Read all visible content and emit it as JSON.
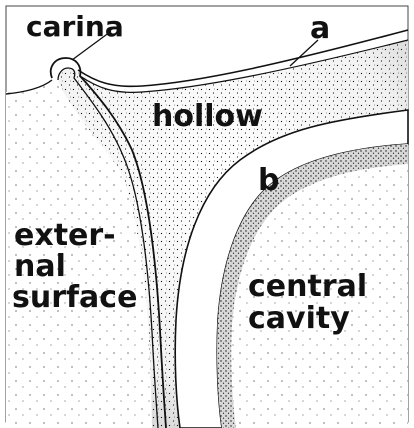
{
  "labels": {
    "carina": "carina",
    "a": "a",
    "hollow": "hollow",
    "b": "b",
    "external_surface_line1": "exter-",
    "external_surface_line2": "nal",
    "external_surface_line3": "surface",
    "central_cavity_line1": "central",
    "central_cavity_line2": "cavity"
  }
}
